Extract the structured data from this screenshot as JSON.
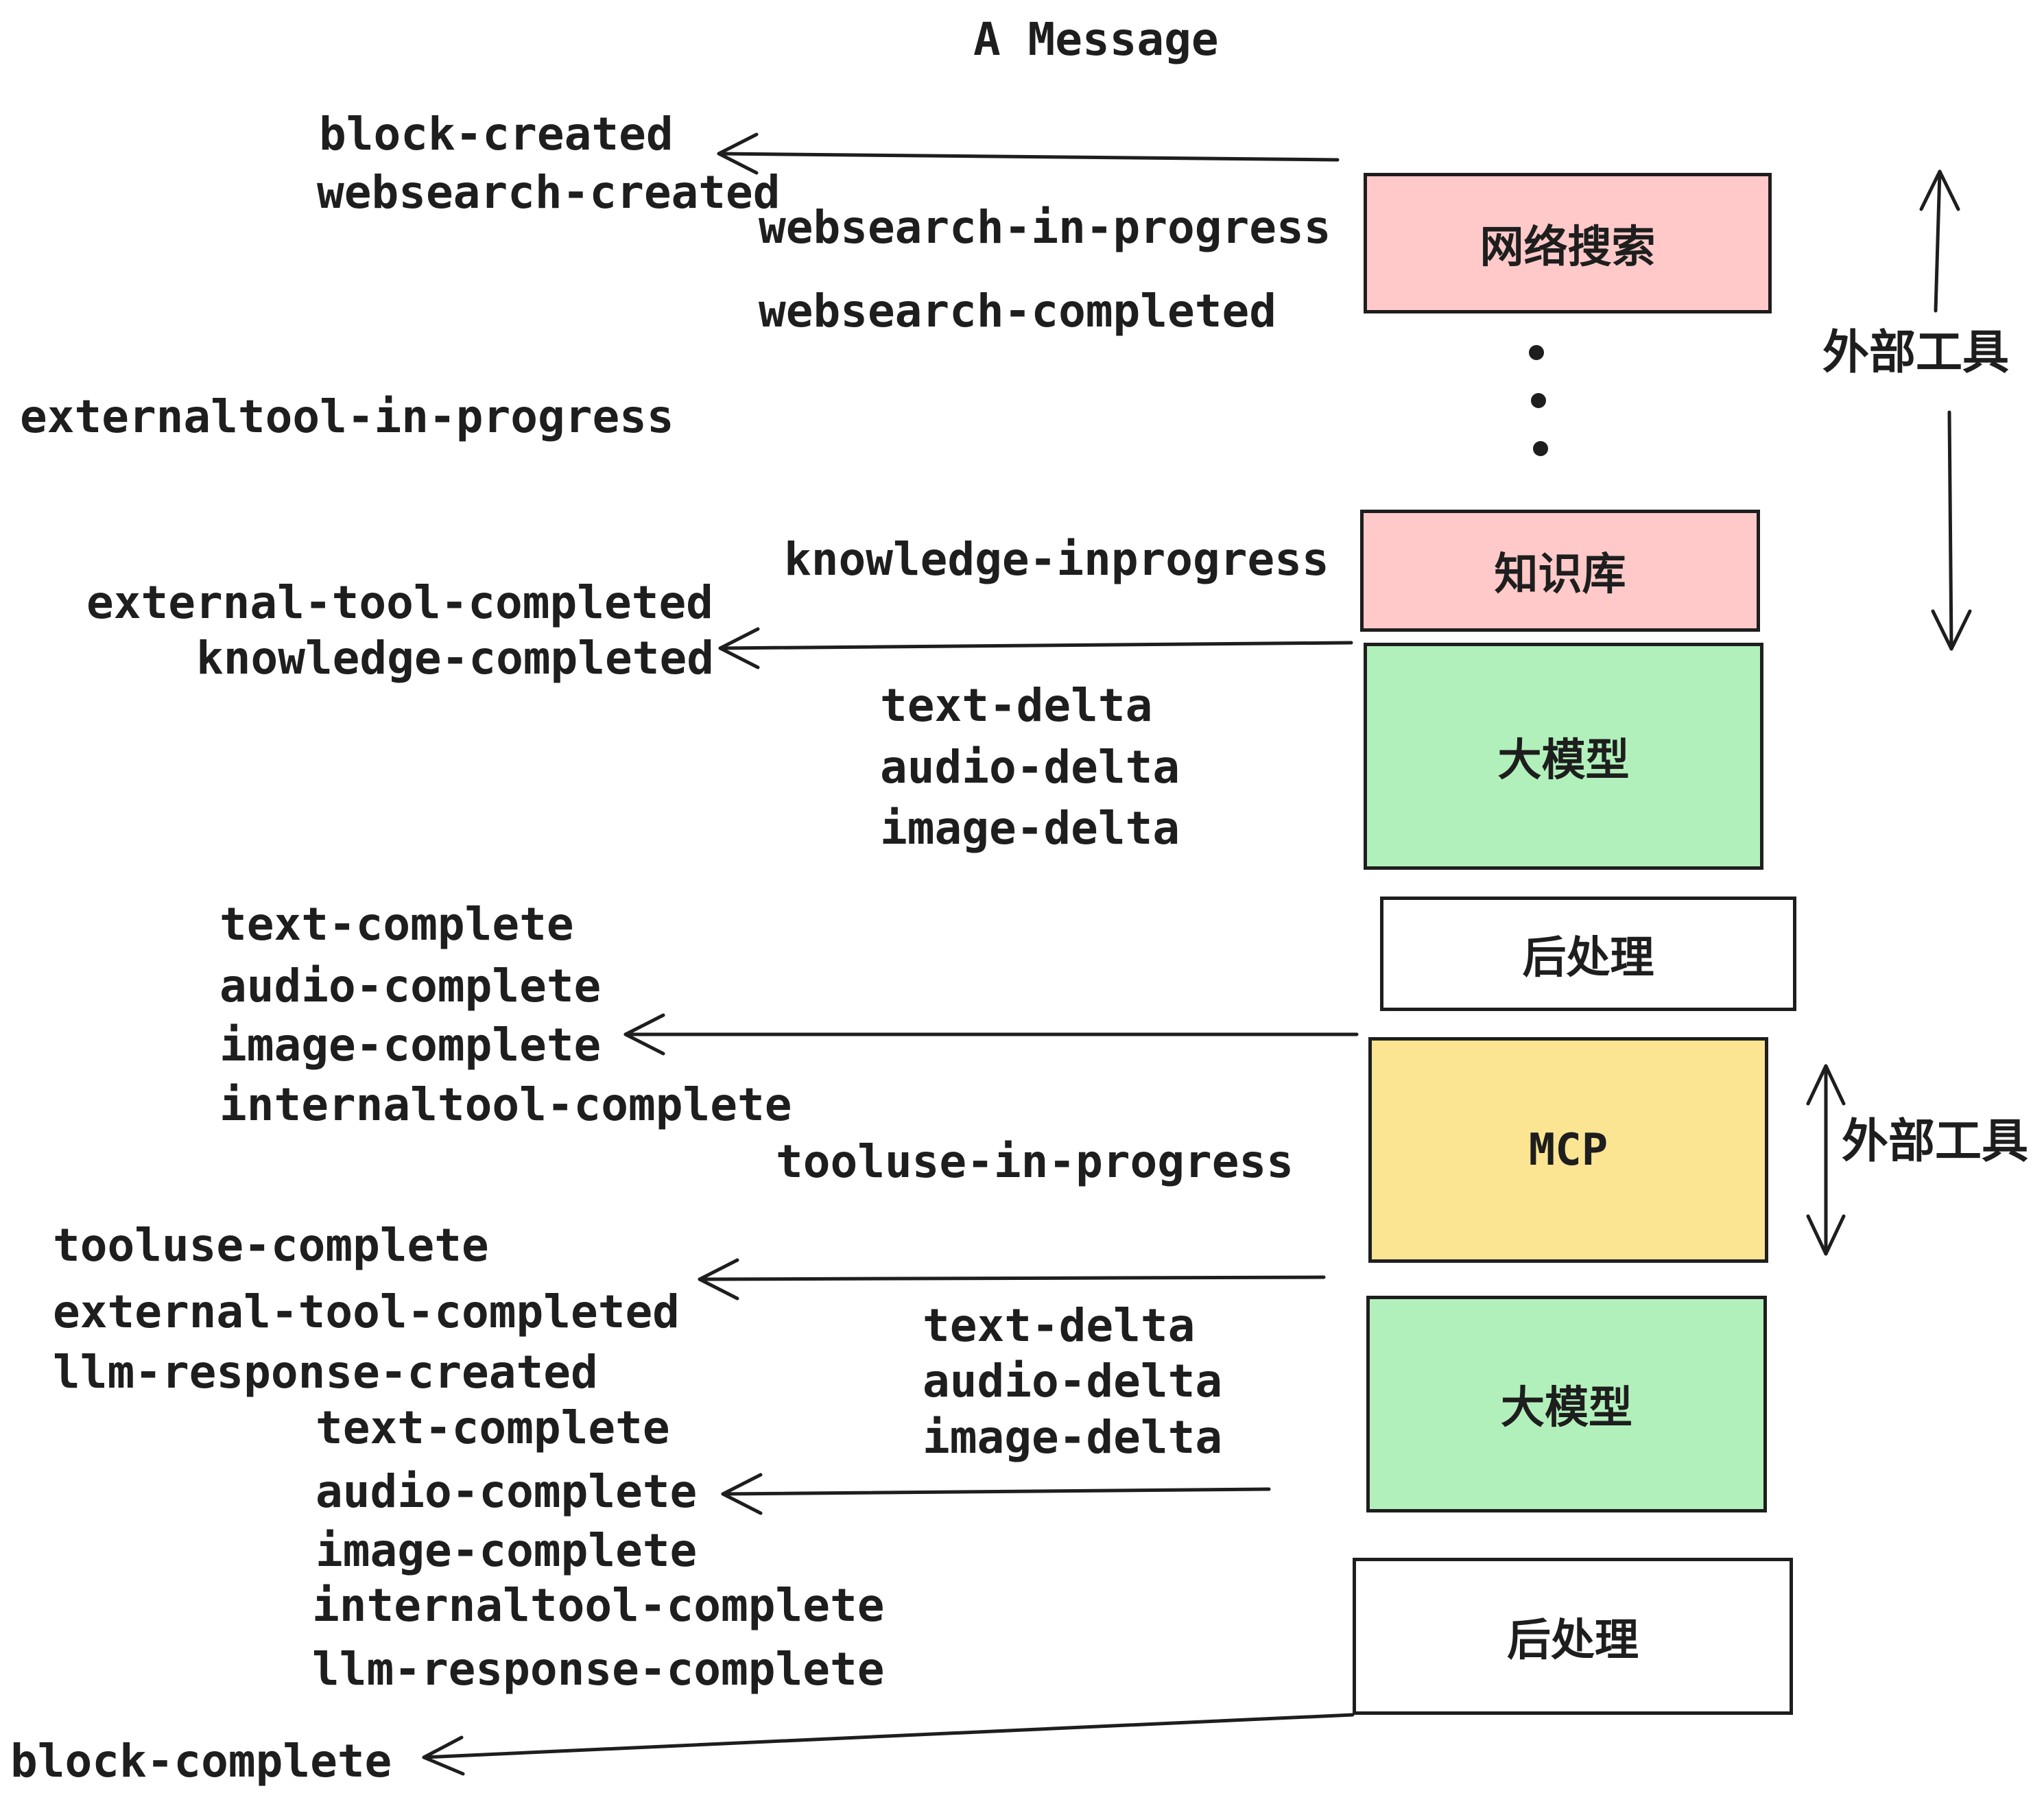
{
  "title": "A Message",
  "palette": {
    "box_pink": "#ffc9c9",
    "box_green": "#b2f0bb",
    "box_yellow": "#fbe592",
    "box_white": "#ffffff",
    "stroke": "#1e1e1e",
    "background": "#ffffff"
  },
  "events": {
    "block_created": "block-created",
    "websearch_created": "websearch-created",
    "websearch_in_progress": "websearch-in-progress",
    "websearch_completed": "websearch-completed",
    "externaltool_in_progress": "externaltool-in-progress",
    "knowledge_inprogress": "knowledge-inprogress",
    "external_tool_completed": "external-tool-completed",
    "knowledge_completed": "knowledge-completed",
    "text_delta": "text-delta",
    "audio_delta": "audio-delta",
    "image_delta": "image-delta",
    "text_complete": "text-complete",
    "audio_complete": "audio-complete",
    "image_complete": "image-complete",
    "internaltool_complete": "internaltool-complete",
    "tooluse_in_progress": "tooluse-in-progress",
    "tooluse_complete": "tooluse-complete",
    "llm_response_created": "llm-response-created",
    "llm_response_complete": "llm-response-complete",
    "block_complete": "block-complete"
  },
  "nodes": {
    "websearch": "网络搜索",
    "knowledge": "知识库",
    "llm": "大模型",
    "post": "后处理",
    "mcp": "MCP"
  },
  "side_labels": {
    "external_tools": "外部工具"
  }
}
